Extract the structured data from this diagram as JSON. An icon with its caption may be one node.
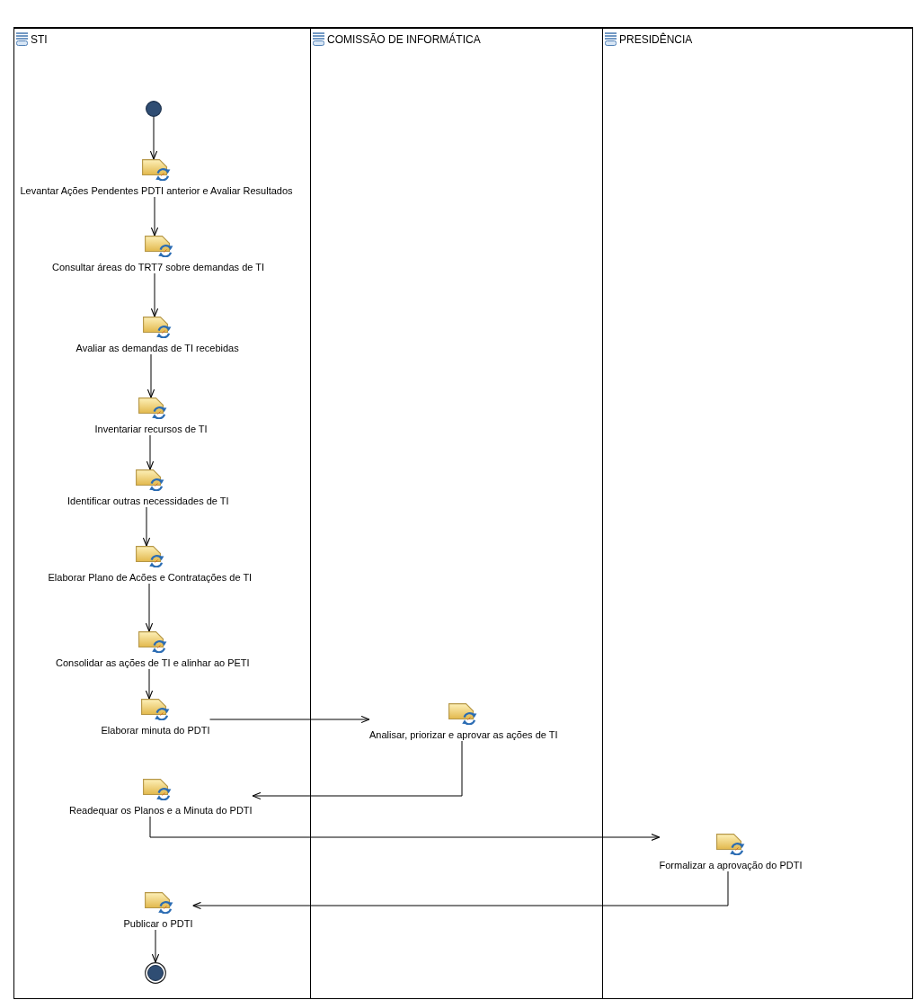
{
  "diagram": {
    "nodes": [
      {
        "text": [
          "STI"
        ]
      },
      {
        "text": [
          "COMISSÃO DE INFORMÁTICA"
        ]
      },
      {
        "text": [
          "PRESIDÊNCIA"
        ]
      },
      {
        "text": [],
        "shape": "circle",
        "in": 0
      },
      {
        "text": [
          "Levantar Ações Pendentes PDTI anterior e Avaliar Resultados"
        ],
        "in": 0
      },
      {
        "text": [
          "Consultar áreas do TRT7 sobre demandas de TI"
        ],
        "in": 0
      },
      {
        "text": [
          "Avaliar as demandas de TI recebidas"
        ],
        "in": 0
      },
      {
        "text": [
          "Inventariar recursos de TI"
        ],
        "in": 0
      },
      {
        "text": [
          "Identificar outras necessidades de TI"
        ],
        "in": 0
      },
      {
        "text": [
          "Elaborar Plano de Acões e Contratações de TI"
        ],
        "in": 0
      },
      {
        "text": [
          "Consolidar as ações de TI e alinhar ao PETI"
        ],
        "in": 0
      },
      {
        "text": [
          "Elaborar minuta do PDTI"
        ],
        "in": 0
      },
      {
        "text": [
          "Analisar, priorizar e aprovar as ações de TI"
        ],
        "in": 1
      },
      {
        "text": [
          "Readequar os Planos e a Minuta do PDTI"
        ],
        "in": 0
      },
      {
        "text": [
          "Formalizar a aprovação do PDTI"
        ],
        "in": 2
      },
      {
        "text": [
          "Publicar o PDTI"
        ],
        "in": 0
      },
      {
        "text": [],
        "shape": "bullseye",
        "in": 0
      }
    ],
    "edges": [
      {
        "from": 3,
        "to": 4,
        "arrow": "to"
      },
      {
        "from": 4,
        "to": 5,
        "arrow": "to"
      },
      {
        "from": 5,
        "to": 6,
        "arrow": "to"
      },
      {
        "from": 6,
        "to": 7,
        "arrow": "to"
      },
      {
        "from": 7,
        "to": 8,
        "arrow": "to"
      },
      {
        "from": 8,
        "to": 9,
        "arrow": "to"
      },
      {
        "from": 9,
        "to": 10,
        "arrow": "to"
      },
      {
        "from": 10,
        "to": 11,
        "arrow": "to"
      },
      {
        "from": 11,
        "to": 12,
        "arrow": "to"
      },
      {
        "from": 12,
        "to": 13,
        "arrow": "to"
      },
      {
        "from": 13,
        "to": 14,
        "arrow": "to"
      },
      {
        "from": 14,
        "to": 15,
        "arrow": "to"
      },
      {
        "from": 15,
        "to": 16,
        "arrow": "to"
      }
    ]
  }
}
